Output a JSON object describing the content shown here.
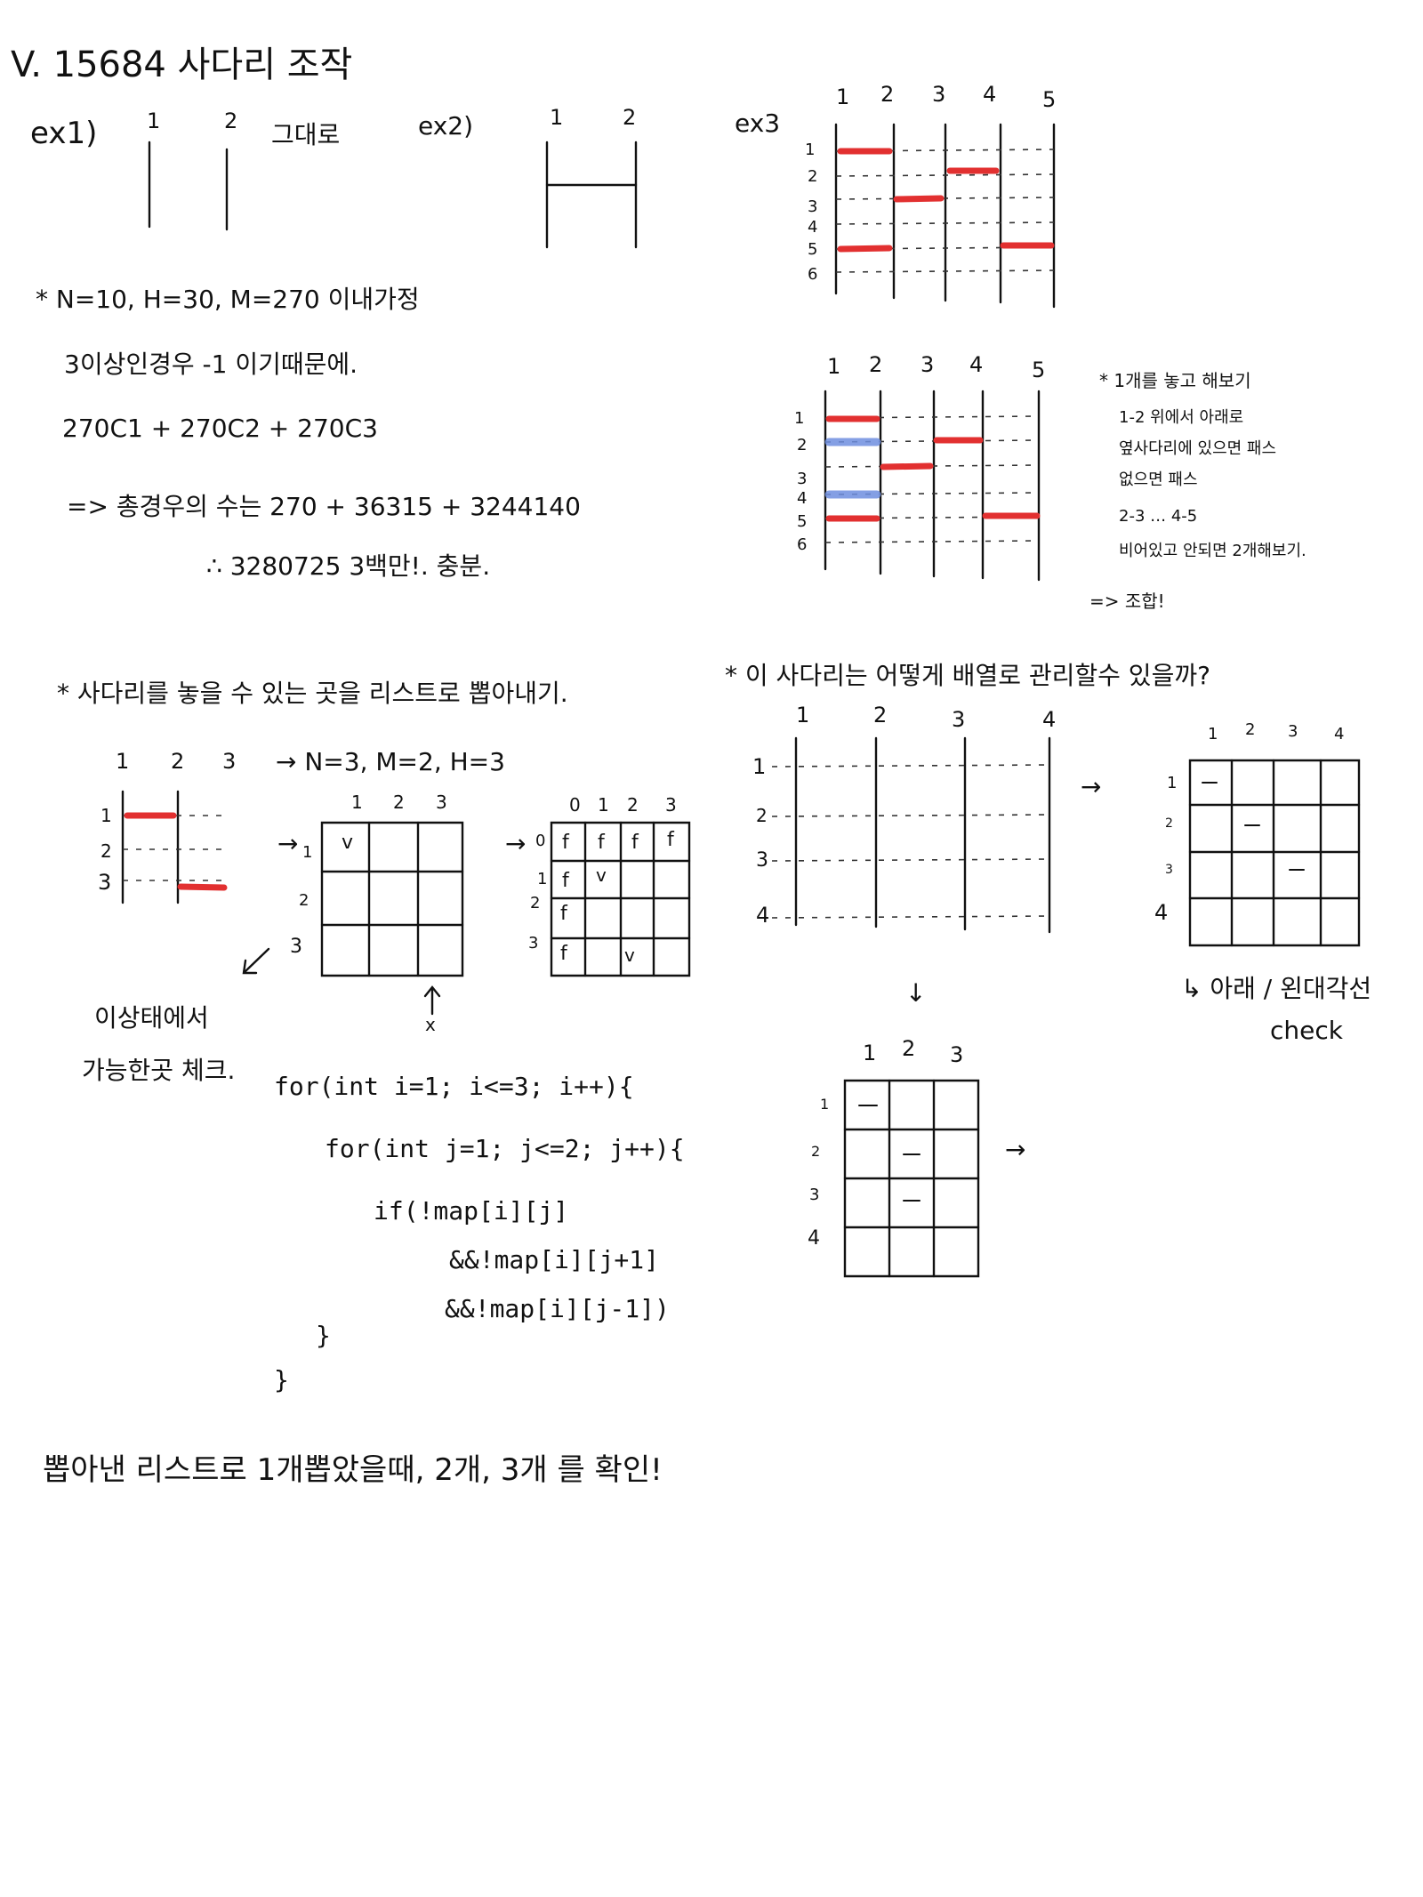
{
  "header": {
    "title": "V. 15684 사다리 조작"
  },
  "examples": {
    "ex1_label": "ex1)",
    "ex1_cols": [
      "1",
      "2"
    ],
    "ex1_note": "그대로",
    "ex2_label": "ex2)",
    "ex2_cols": [
      "1",
      "2"
    ],
    "ex3_label": "ex3",
    "ex3_cols": [
      "1",
      "2",
      "3",
      "4",
      "5"
    ],
    "ex3_rows": [
      "1",
      "2",
      "3",
      "4",
      "5",
      "6"
    ]
  },
  "analysis": {
    "line1": "* N=10, H=30, M=270 이내가정",
    "line2": "3이상인경우 -1 이기때문에.",
    "line3": "270C1 + 270C2 + 270C3",
    "line4": "=> 총경우의 수는 270 + 36315 + 3244140",
    "line5": "∴ 3280725 3백만!. 충분."
  },
  "ladder2": {
    "cols": [
      "1",
      "2",
      "3",
      "4",
      "5"
    ],
    "rows": [
      "1",
      "2",
      "3",
      "4",
      "5",
      "6"
    ],
    "note_title": "* 1개를 놓고 해보기",
    "note1": "1-2 위에서 아래로",
    "note2": "옆사다리에 있으면 패스",
    "note3": "없으면 패스",
    "note4": "2-3 … 4-5",
    "note5": "비어있고 안되면 2개해보기.",
    "note6": "=> 조합!"
  },
  "section_list": {
    "heading": "* 사다리를 놓을 수 있는 곳을 리스트로 뽑아내기.",
    "cols": [
      "1",
      "2",
      "3"
    ],
    "rows": [
      "1",
      "2",
      "3"
    ],
    "params": "→ N=3, M=2, H=3",
    "grid_cols": [
      "1",
      "2",
      "3"
    ],
    "grid_rows": [
      "1",
      "2",
      "3"
    ],
    "grid_mark": "v",
    "x_label": "x",
    "fgrid_cols": [
      "0",
      "1",
      "2",
      "3"
    ],
    "fgrid_rows": [
      "0",
      "1",
      "2",
      "3"
    ],
    "fgrid_f": "f",
    "fgrid_v": "v",
    "note1": "이상태에서",
    "note2": "가능한곳 체크."
  },
  "code": {
    "l1": "for(int i=1; i<=3; i++){",
    "l2": "for(int j=1; j<=2; j++){",
    "l3": "if(!map[i][j]",
    "l4": "&&!map[i][j+1]",
    "l5": "&&!map[i][j-1])",
    "l6": "}",
    "l7": "}"
  },
  "section_manage": {
    "heading": "* 이 사다리는 어떻게 배열로 관리할수 있을까?",
    "cols": [
      "1",
      "2",
      "3",
      "4"
    ],
    "rows": [
      "1",
      "2",
      "3",
      "4"
    ],
    "grid_cols": [
      "1",
      "2",
      "3",
      "4"
    ],
    "grid_rows": [
      "1",
      "2",
      "3",
      "4"
    ],
    "grid3_cols": [
      "1",
      "2",
      "3"
    ],
    "grid3_rows": [
      "1",
      "2",
      "3",
      "4"
    ],
    "arrow_right": "→",
    "arrow_down": "↓",
    "dash": "—",
    "note1": "↳ 아래 / 왼대각선",
    "note2": "check"
  },
  "footer": {
    "text": "뽑아낸 리스트로 1개뽑았을때, 2개, 3개 를 확인!"
  }
}
